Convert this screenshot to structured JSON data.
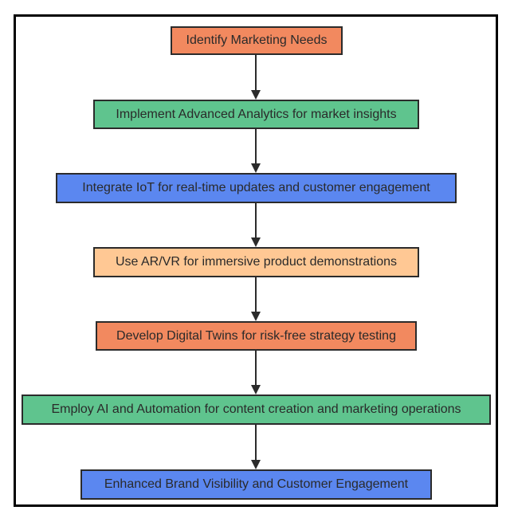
{
  "diagram": {
    "nodes": [
      {
        "label": "Identify Marketing Needs",
        "color": "#f2895f"
      },
      {
        "label": "Implement Advanced Analytics for market insights",
        "color": "#5fc48e"
      },
      {
        "label": "Integrate IoT for real-time updates and customer engagement",
        "color": "#5b87f0"
      },
      {
        "label": "Use AR/VR for immersive product demonstrations",
        "color": "#ffc894"
      },
      {
        "label": "Develop Digital Twins for risk-free strategy testing",
        "color": "#f2895f"
      },
      {
        "label": "Employ AI and Automation for content creation and marketing operations",
        "color": "#5fc48e"
      },
      {
        "label": "Enhanced Brand Visibility and Customer Engagement",
        "color": "#5b87f0"
      }
    ]
  }
}
